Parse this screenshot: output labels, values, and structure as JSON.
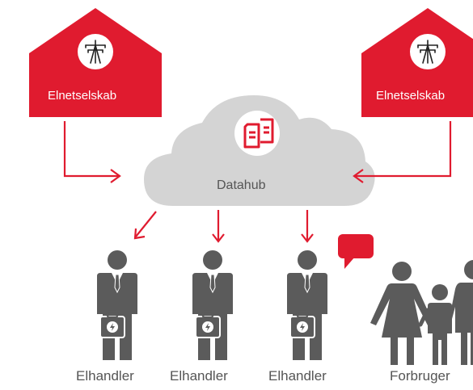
{
  "diagram": {
    "grid_operator_left": "Elnetselskab",
    "grid_operator_right": "Elnetselskab",
    "hub": "Datahub",
    "retailers": [
      "Elhandler",
      "Elhandler",
      "Elhandler"
    ],
    "consumer": "Forbruger"
  },
  "colors": {
    "accent": "#e01b2f",
    "cloud": "#d4d4d4",
    "figure": "#5b5b5b",
    "text": "#555555"
  },
  "icons": [
    "power-pylon-icon",
    "datahub-documents-icon",
    "briefcase-lightning-icon",
    "speech-bubble-icon",
    "family-icon"
  ]
}
